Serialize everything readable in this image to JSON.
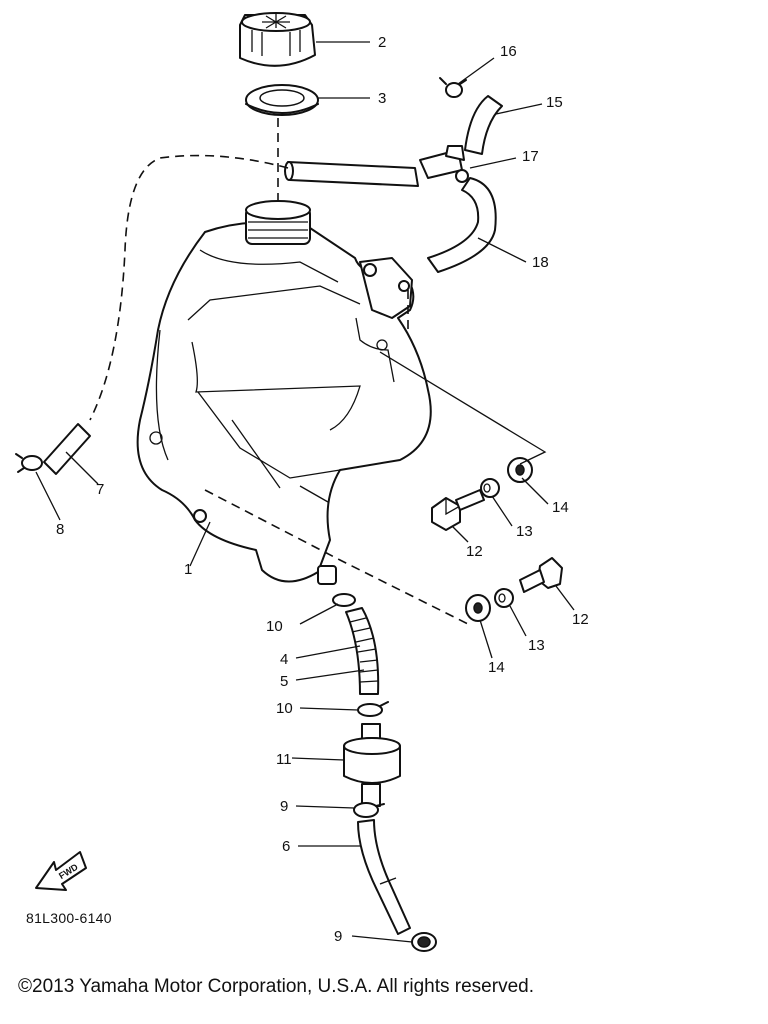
{
  "diagram": {
    "callouts": [
      {
        "id": "c-2",
        "label": "2"
      },
      {
        "id": "c-3",
        "label": "3"
      },
      {
        "id": "c-16",
        "label": "16"
      },
      {
        "id": "c-15",
        "label": "15"
      },
      {
        "id": "c-17",
        "label": "17"
      },
      {
        "id": "c-18",
        "label": "18"
      },
      {
        "id": "c-7",
        "label": "7"
      },
      {
        "id": "c-8",
        "label": "8"
      },
      {
        "id": "c-1",
        "label": "1"
      },
      {
        "id": "c-14a",
        "label": "14"
      },
      {
        "id": "c-13a",
        "label": "13"
      },
      {
        "id": "c-12a",
        "label": "12"
      },
      {
        "id": "c-12b",
        "label": "12"
      },
      {
        "id": "c-13b",
        "label": "13"
      },
      {
        "id": "c-14b",
        "label": "14"
      },
      {
        "id": "c-10a",
        "label": "10"
      },
      {
        "id": "c-4",
        "label": "4"
      },
      {
        "id": "c-5",
        "label": "5"
      },
      {
        "id": "c-10b",
        "label": "10"
      },
      {
        "id": "c-11",
        "label": "11"
      },
      {
        "id": "c-9a",
        "label": "9"
      },
      {
        "id": "c-6",
        "label": "6"
      },
      {
        "id": "c-9b",
        "label": "9"
      }
    ],
    "fwd_label": "FWD",
    "figure_code": "81L300-6140"
  },
  "footer": {
    "copyright": "©2013 Yamaha Motor Corporation, U.S.A. All rights reserved."
  }
}
